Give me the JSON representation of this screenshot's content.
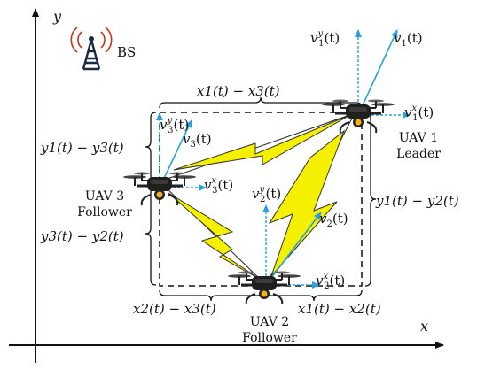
{
  "axes": {
    "x_label": "x",
    "y_label": "y"
  },
  "bs": {
    "label": "BS",
    "icon": "antenna-tower-icon"
  },
  "uavs": [
    {
      "id": "uav1",
      "name": "UAV 1",
      "role": "Leader",
      "icon": "drone-icon"
    },
    {
      "id": "uav2",
      "name": "UAV 2",
      "role": "Follower",
      "icon": "drone-icon"
    },
    {
      "id": "uav3",
      "name": "UAV 3",
      "role": "Follower",
      "icon": "drone-icon"
    }
  ],
  "velocities": {
    "v1": {
      "fn": "v",
      "sub": "1",
      "arg": "(t)"
    },
    "v1x": {
      "fn": "v",
      "sub": "1",
      "sup": "x",
      "arg": "(t)"
    },
    "v1y": {
      "fn": "v",
      "sub": "1",
      "sup": "y",
      "arg": "(t)"
    },
    "v2": {
      "fn": "v",
      "sub": "2",
      "arg": "(t)"
    },
    "v2x": {
      "fn": "v",
      "sub": "2",
      "sup": "x",
      "arg": "(t)"
    },
    "v2y": {
      "fn": "v",
      "sub": "2",
      "sup": "y",
      "arg": "(t)"
    },
    "v3": {
      "fn": "v",
      "sub": "3",
      "arg": "(t)"
    },
    "v3x": {
      "fn": "v",
      "sub": "3",
      "sup": "x",
      "arg": "(t)"
    },
    "v3y": {
      "fn": "v",
      "sub": "3",
      "sup": "y",
      "arg": "(t)"
    }
  },
  "distances": {
    "x1_x3": "x1(t) − x3(t)",
    "y1_y3": "y1(t) − y3(t)",
    "y1_y2": "y1(t) − y2(t)",
    "y3_y2": "y3(t) − y2(t)",
    "x2_x3": "x2(t) − x3(t)",
    "x1_x2": "x1(t) − x2(t)"
  },
  "colors": {
    "velocity": "#2aa0dc",
    "link_fill": "#f5f000",
    "link_stroke": "#333333",
    "axis": "#111111",
    "bs_signal": "#cc3311"
  }
}
